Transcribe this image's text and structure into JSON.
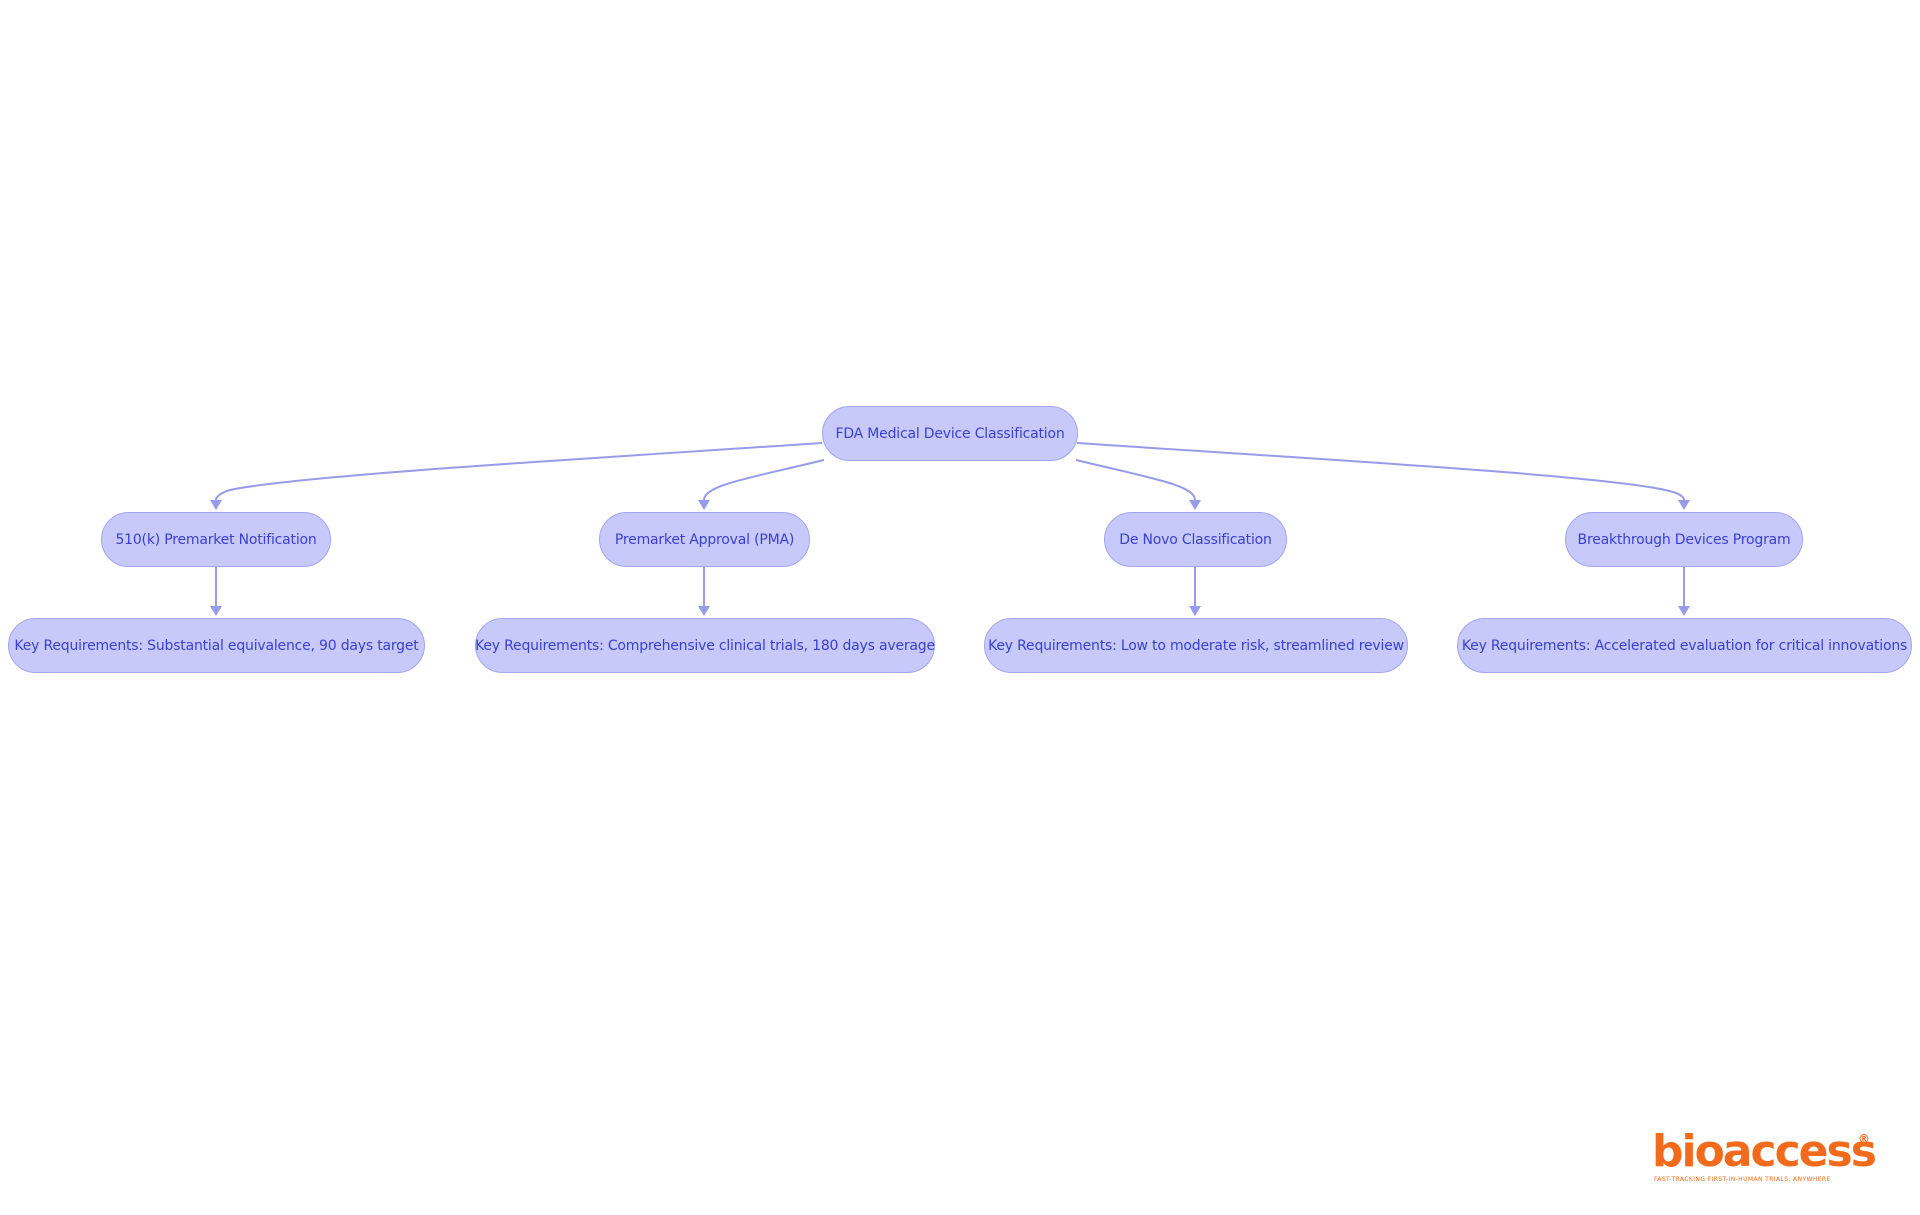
{
  "diagram": {
    "root": {
      "label": "FDA Medical Device Classification"
    },
    "pathways": [
      {
        "label": "510(k) Premarket Notification"
      },
      {
        "label": "Premarket Approval (PMA)"
      },
      {
        "label": "De Novo Classification"
      },
      {
        "label": "Breakthrough Devices Program"
      }
    ],
    "requirements": [
      {
        "label": "Key Requirements: Substantial equivalence, 90 days target"
      },
      {
        "label": "Key Requirements: Comprehensive clinical trials, 180 days average"
      },
      {
        "label": "Key Requirements: Low to moderate risk, streamlined review"
      },
      {
        "label": "Key Requirements: Accelerated evaluation for critical innovations"
      }
    ],
    "colors": {
      "node_fill": "#c7c9fb",
      "node_border": "#a3a6f0",
      "node_text": "#3b3fd0",
      "connector": "#979be9"
    }
  },
  "logo": {
    "wordmark": "bioaccess",
    "registered_mark": "®",
    "tagline": "FAST-TRACKING FIRST-IN-HUMAN TRIALS, ANYWHERE",
    "color": "#f26a1b"
  }
}
